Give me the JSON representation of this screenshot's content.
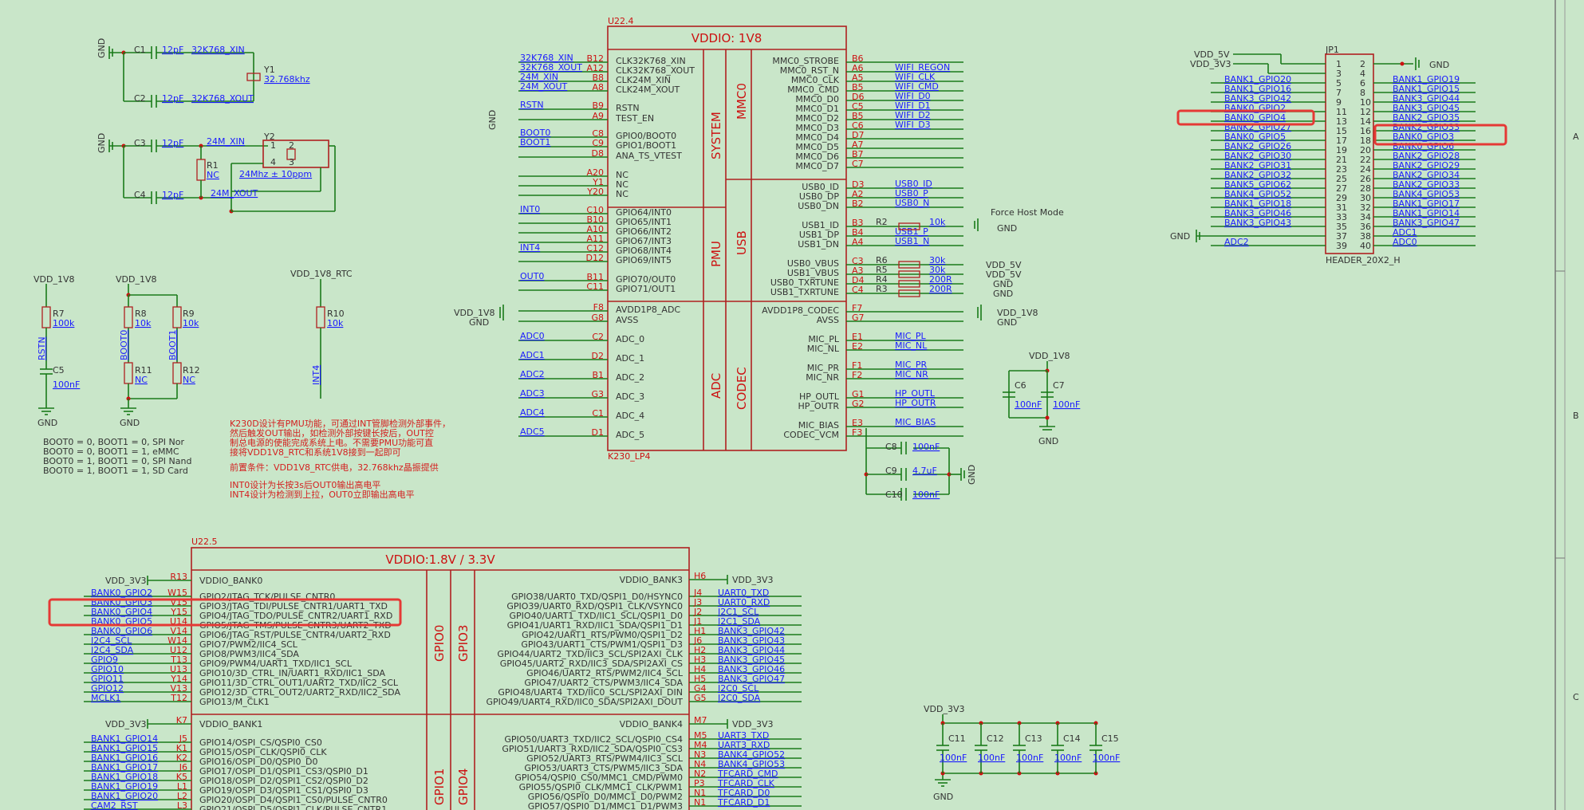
{
  "crystal": {
    "y1": "Y1",
    "y1_freq": "32.768khz",
    "c1": "C1",
    "c1_val": "12pF",
    "c1_net": "32K768_XIN",
    "c2": "C2",
    "c2_val": "12pF",
    "c2_net": "32K768_XOUT",
    "c3": "C3",
    "c3_val": "12pF",
    "c3_net": "24M_XIN",
    "c4": "C4",
    "c4_val": "12pF",
    "c4_net": "24M_XOUT",
    "r1": "R1",
    "r1_val": "NC",
    "y2": "Y2",
    "y2_freq": "24Mhz ± 10ppm"
  },
  "pullups": {
    "vdd18": "VDD_1V8",
    "vdd18_rtc": "VDD_1V8_RTC",
    "gnd": "GND",
    "r7": "R7",
    "r7_val": "100k",
    "rstn": "RSTN",
    "c5": "C5",
    "c5_val": "100nF",
    "r8": "R8",
    "r8_val": "10k",
    "r9": "R9",
    "r9_val": "10k",
    "r11": "R11",
    "r11_val": "NC",
    "r12": "R12",
    "r12_val": "NC",
    "boot0": "BOOT0",
    "boot1": "BOOT1",
    "r10": "R10",
    "r10_val": "10k",
    "int4": "INT4"
  },
  "boot_table": [
    "BOOT0 = 0,  BOOT1 = 0,  SPI Nor",
    "BOOT0 = 0,  BOOT1 = 1,  eMMC",
    "BOOT0 = 1,  BOOT1 = 0,  SPI Nand",
    "BOOT0 = 1,  BOOT1 = 1,  SD Card"
  ],
  "notes": [
    "K230D设计有PMU功能，可通过INT管脚检测外部事件，",
    "然后触发OUT输出，如检测外部按键长按后，OUT控",
    "制总电源的使能完成系统上电。不需要PMU功能可直",
    "接将VDD1V8_RTC和系统1V8接到一起即可",
    "前置条件：VDD1V8_RTC供电，32.768khz晶振提供",
    "INT0设计为长按3s后OUT0输出高电平",
    "INT4设计为检测到上拉，OUT0立即输出高电平"
  ],
  "u224": {
    "ref": "U22.4",
    "title": "VDDIO: 1V8",
    "part": "K230_LP4",
    "blocks": [
      "SYSTEM",
      "MMC0",
      "PMU",
      "USB",
      "ADC",
      "CODEC"
    ],
    "left_pins": [
      [
        "B12",
        "CLK32K768_XIN",
        "32K768_XIN"
      ],
      [
        "A12",
        "CLK32K768_XOUT",
        "32K768_XOUT"
      ],
      [
        "B8",
        "CLK24M_XIN",
        "24M_XIN"
      ],
      [
        "A8",
        "CLK24M_XOUT",
        "24M_XOUT"
      ],
      [
        "B9",
        "RSTN",
        "RSTN"
      ],
      [
        "A9",
        "TEST_EN",
        ""
      ],
      [
        "C8",
        "GPIO0/BOOT0",
        "BOOT0"
      ],
      [
        "C9",
        "GPIO1/BOOT1",
        "BOOT1"
      ],
      [
        "D8",
        "ANA_TS_VTEST",
        ""
      ],
      [
        "A20",
        "NC",
        ""
      ],
      [
        "Y1",
        "NC",
        ""
      ],
      [
        "Y20",
        "NC",
        ""
      ],
      [
        "C10",
        "GPIO64/INT0",
        "INT0"
      ],
      [
        "B10",
        "GPIO65/INT1",
        ""
      ],
      [
        "A10",
        "GPIO66/INT2",
        ""
      ],
      [
        "A11",
        "GPIO67/INT3",
        ""
      ],
      [
        "C12",
        "GPIO68/INT4",
        "INT4"
      ],
      [
        "D12",
        "GPIO69/INT5",
        ""
      ],
      [
        "B11",
        "GPIO70/OUT0",
        "OUT0"
      ],
      [
        "C11",
        "GPIO71/OUT1",
        ""
      ],
      [
        "F8",
        "AVDD1P8_ADC",
        ""
      ],
      [
        "G8",
        "AVSS",
        ""
      ],
      [
        "C2",
        "ADC_0",
        "ADC0"
      ],
      [
        "D2",
        "ADC_1",
        "ADC1"
      ],
      [
        "B1",
        "ADC_2",
        "ADC2"
      ],
      [
        "G3",
        "ADC_3",
        "ADC3"
      ],
      [
        "C1",
        "ADC_4",
        "ADC4"
      ],
      [
        "D1",
        "ADC_5",
        "ADC5"
      ]
    ],
    "right_pins": [
      [
        "B6",
        "MMC0_STROBE",
        ""
      ],
      [
        "A6",
        "MMC0_RST_N",
        "WIFI_REGON"
      ],
      [
        "A5",
        "MMC0_CLK",
        "WIFI_CLK"
      ],
      [
        "B5",
        "MMC0_CMD",
        "WIFI_CMD"
      ],
      [
        "D6",
        "MMC0_D0",
        "WIFI_D0"
      ],
      [
        "C5",
        "MMC0_D1",
        "WIFI_D1"
      ],
      [
        "B5",
        "MMC0_D2",
        "WIFI_D2"
      ],
      [
        "C6",
        "MMC0_D3",
        "WIFI_D3"
      ],
      [
        "D7",
        "MMC0_D4",
        ""
      ],
      [
        "A7",
        "MMC0_D5",
        ""
      ],
      [
        "B7",
        "MMC0_D6",
        ""
      ],
      [
        "C7",
        "MMC0_D7",
        ""
      ],
      [
        "D3",
        "USB0_ID",
        "USB0_ID"
      ],
      [
        "A2",
        "USB0_DP",
        "USB0_P"
      ],
      [
        "B2",
        "USB0_DN",
        "USB0_N"
      ],
      [
        "B3",
        "USB1_ID",
        ""
      ],
      [
        "B4",
        "USB1_DP",
        "USB1_P"
      ],
      [
        "A4",
        "USB1_DN",
        "USB1_N"
      ],
      [
        "C3",
        "USB0_VBUS",
        ""
      ],
      [
        "A3",
        "USB1_VBUS",
        ""
      ],
      [
        "D4",
        "USB0_TXRTUNE",
        ""
      ],
      [
        "C4",
        "USB1_TXRTUNE",
        ""
      ],
      [
        "F7",
        "AVDD1P8_CODEC",
        ""
      ],
      [
        "G7",
        "AVSS",
        ""
      ],
      [
        "E1",
        "MIC_PL",
        "MIC_PL"
      ],
      [
        "E2",
        "MIC_NL",
        "MIC_NL"
      ],
      [
        "F1",
        "MIC_PR",
        "MIC_PR"
      ],
      [
        "F2",
        "MIC_NR",
        "MIC_NR"
      ],
      [
        "G1",
        "HP_OUTL",
        "HP_OUTL"
      ],
      [
        "G2",
        "HP_OUTR",
        "HP_OUTR"
      ],
      [
        "E3",
        "MIC_BIAS",
        "MIC_BIAS"
      ],
      [
        "F3",
        "CODEC_VCM",
        ""
      ]
    ],
    "usb_res": [
      [
        "R2",
        "10k"
      ],
      [
        "R6",
        "30k"
      ],
      [
        "R5",
        "30k"
      ],
      [
        "R4",
        "200R"
      ],
      [
        "R3",
        "200R"
      ]
    ],
    "force_host": "Force Host Mode",
    "vdd5v": "VDD_5V",
    "gnd": "GND",
    "vdd18": "VDD_1V8",
    "caps_codec": [
      [
        "C8",
        "100nF"
      ],
      [
        "C9",
        "4.7uF"
      ],
      [
        "C10",
        "100nF"
      ]
    ]
  },
  "decoupling_top": {
    "vdd": "VDD_1V8",
    "c6": "C6",
    "c7": "C7",
    "val": "100nF",
    "gnd": "GND"
  },
  "jp1": {
    "ref": "JP1",
    "part": "HEADER_20X2_H",
    "vdd5": "VDD_5V",
    "vdd33": "VDD_3V3",
    "gnd": "GND",
    "left_nets": [
      "",
      "",
      "BANK1_GPIO20",
      "BANK1_GPIO16",
      "BANK3_GPIO42",
      "BANK0_GPIO2",
      "BANK0_GPIO4",
      "BANK2_GPIO27",
      "BANK0_GPIO5",
      "BANK2_GPIO26",
      "BANK2_GPIO30",
      "BANK2_GPIO31",
      "BANK2_GPIO32",
      "BANK5_GPIO62",
      "BANK4_GPIO52",
      "BANK1_GPIO18",
      "BANK3_GPIO46",
      "BANK3_GPIO43",
      "",
      "ADC2"
    ],
    "right_nets": [
      "",
      "",
      "BANK1_GPIO19",
      "BANK1_GPIO15",
      "BANK3_GPIO44",
      "BANK3_GPIO45",
      "BANK2_GPIO35",
      "BANK2_GPIO33",
      "BANK0_GPIO3",
      "BANK0_GPIO6",
      "BANK2_GPIO28",
      "BANK2_GPIO29",
      "BANK2_GPIO34",
      "BANK2_GPIO33",
      "BANK4_GPIO53",
      "BANK1_GPIO17",
      "BANK1_GPIO14",
      "BANK3_GPIO47",
      "ADC1",
      "ADC0"
    ]
  },
  "u225": {
    "ref": "U22.5",
    "title": "VDDIO:1.8V / 3.3V",
    "blocks": [
      "GPIO0",
      "GPIO3",
      "GPIO1",
      "GPIO4"
    ],
    "left_pins": [
      [
        "R13",
        "VDDIO_BANK0",
        "VDD_3V3"
      ],
      [
        "W15",
        "GPIO2/JTAG_TCK/PULSE_CNTR0",
        "BANK0_GPIO2"
      ],
      [
        "V15",
        "GPIO3/JTAG_TDI/PULSE_CNTR1/UART1_TXD",
        "BANK0_GPIO3"
      ],
      [
        "Y15",
        "GPIO4/JTAG_TDO/PULSE_CNTR2/UART1_RXD",
        "BANK0_GPIO4"
      ],
      [
        "U14",
        "GPIO5/JTAG_TMS/PULSE_CNTR3/UART2_TXD",
        "BANK0_GPIO5"
      ],
      [
        "V14",
        "GPIO6/JTAG_RST/PULSE_CNTR4/UART2_RXD",
        "BANK0_GPIO6"
      ],
      [
        "W14",
        "GPIO7/PWM2/IIC4_SCL",
        "I2C4_SCL"
      ],
      [
        "U12",
        "GPIO8/PWM3/IIC4_SDA",
        "I2C4_SDA"
      ],
      [
        "T13",
        "GPIO9/PWM4/UART1_TXD/IIC1_SCL",
        "GPIO9"
      ],
      [
        "U13",
        "GPIO10/3D_CTRL_IN/UART1_RXD/IIC1_SDA",
        "GPIO10"
      ],
      [
        "Y14",
        "GPIO11/3D_CTRL_OUT1/UART2_TXD/IIC2_SCL",
        "GPIO11"
      ],
      [
        "V13",
        "GPIO12/3D_CTRL_OUT2/UART2_RXD/IIC2_SDA",
        "GPIO12"
      ],
      [
        "T12",
        "GPIO13/M_CLK1",
        "MCLK1"
      ],
      [
        "K7",
        "VDDIO_BANK1",
        "VDD_3V3"
      ],
      [
        "J5",
        "GPIO14/OSPI_CS/QSPI0_CS0",
        "BANK1_GPIO14"
      ],
      [
        "K1",
        "GPIO15/OSPI_CLK/QSPI0_CLK",
        "BANK1_GPIO15"
      ],
      [
        "K2",
        "GPIO16/OSPI_D0/QSPI0_D0",
        "BANK1_GPIO16"
      ],
      [
        "J6",
        "GPIO17/OSPI_D1/QSPI1_CS3/QSPI0_D1",
        "BANK1_GPIO17"
      ],
      [
        "K5",
        "GPIO18/OSPI_D2/QSPI1_CS2/QSPI0_D2",
        "BANK1_GPIO18"
      ],
      [
        "L1",
        "GPIO19/OSPI_D3/QSPI1_CS1/QSPI0_D3",
        "BANK1_GPIO19"
      ],
      [
        "L2",
        "GPIO20/OSPI_D4/QSPI1_CS0/PULSE_CNTR0",
        "BANK1_GPIO20"
      ],
      [
        "L3",
        "GPIO21/OSPI_D5/QSPI1_CLK/PULSE_CNTR1",
        "CAM2_RST"
      ]
    ],
    "right_pins": [
      [
        "H6",
        "VDDIO_BANK3",
        "VDD_3V3"
      ],
      [
        "J4",
        "GPIO38/UART0_TXD/QSPI1_D0/HSYNC0",
        "UART0_TXD"
      ],
      [
        "J3",
        "GPIO39/UART0_RXD/QSPI1_CLK/VSYNC0",
        "UART0_RXD"
      ],
      [
        "J2",
        "GPIO40/UART1_TXD/IIC1_SCL/QSPI1_D0",
        "I2C1_SCL"
      ],
      [
        "J1",
        "GPIO41/UART1_RXD/IIC1_SDA/QSPI1_D1",
        "I2C1_SDA"
      ],
      [
        "H1",
        "GPIO42/UART1_RTS/PWM0/QSPI1_D2",
        "BANK3_GPIO42"
      ],
      [
        "J6",
        "GPIO43/UART1_CTS/PWM1/QSPI1_D3",
        "BANK3_GPIO43"
      ],
      [
        "H2",
        "GPIO44/UART2_TXD/IIC3_SCL/SPI2AXI_CLK",
        "BANK3_GPIO44"
      ],
      [
        "H3",
        "GPIO45/UART2_RXD/IIC3_SDA/SPI2AXI_CS",
        "BANK3_GPIO45"
      ],
      [
        "H4",
        "GPIO46/UART2_RTS/PWM2/IIC4_SCL",
        "BANK3_GPIO46"
      ],
      [
        "H5",
        "GPIO47/UART2_CTS/PWM3/IIC4_SDA",
        "BANK3_GPIO47"
      ],
      [
        "G4",
        "GPIO48/UART4_TXD/IIC0_SCL/SPI2AXI_DIN",
        "I2C0_SCL"
      ],
      [
        "G5",
        "GPIO49/UART4_RXD/IIC0_SDA/SPI2AXI_DOUT",
        "I2C0_SDA"
      ],
      [
        "M7",
        "VDDIO_BANK4",
        "VDD_3V3"
      ],
      [
        "M5",
        "GPIO50/UART3_TXD/IIC2_SCL/QSPI0_CS4",
        "UART3_TXD"
      ],
      [
        "M4",
        "GPIO51/UART3_RXD/IIC2_SDA/QSPI0_CS3",
        "UART3_RXD"
      ],
      [
        "N3",
        "GPIO52/UART3_RTS/PWM4/IIC3_SCL",
        "BANK4_GPIO52"
      ],
      [
        "N4",
        "GPIO53/UART3_CTS/PWM5/IIC3_SDA",
        "BANK4_GPIO53"
      ],
      [
        "N2",
        "GPIO54/QSPI0_CS0/MMC1_CMD/PWM0",
        "TFCARD_CMD"
      ],
      [
        "P3",
        "GPIO55/QSPI0_CLK/MMC1_CLK/PWM1",
        "TFCARD_CLK"
      ],
      [
        "N1",
        "GPIO56/QSPI0_D0/MMC1_D0/PWM2",
        "TFCARD_D0"
      ],
      [
        "N1",
        "GPIO57/QSPI0_D1/MMC1_D1/PWM3",
        "TFCARD_D1"
      ]
    ]
  },
  "decoupling_bottom": {
    "vdd": "VDD_3V3",
    "gnd": "GND",
    "val": "100nF",
    "caps": [
      "C11",
      "C12",
      "C13",
      "C14",
      "C15"
    ]
  },
  "border_letters": [
    "A",
    "B",
    "C"
  ]
}
